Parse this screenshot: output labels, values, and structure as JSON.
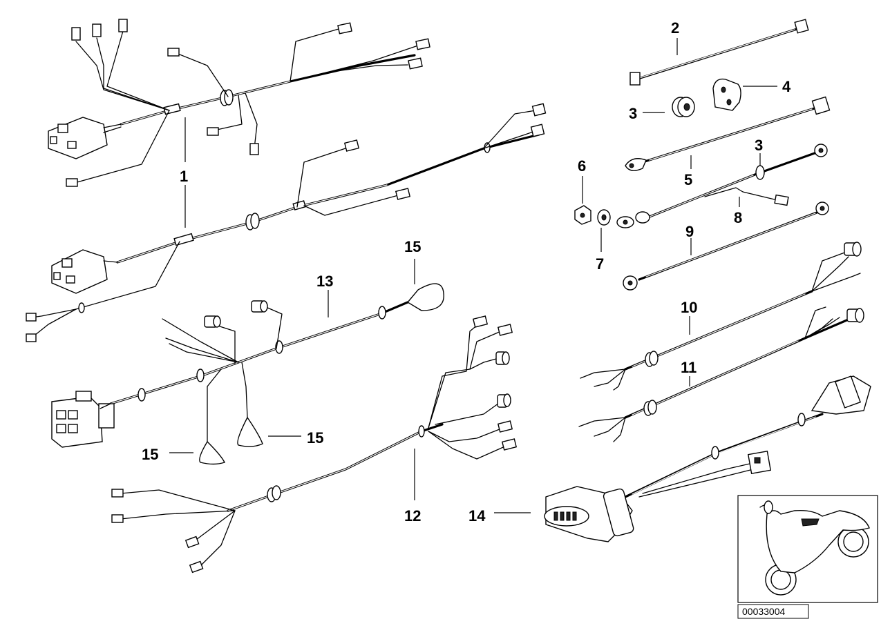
{
  "callouts": {
    "c1": "1",
    "c2": "2",
    "c3a": "3",
    "c3b": "3",
    "c4": "4",
    "c5": "5",
    "c6": "6",
    "c7": "7",
    "c8": "8",
    "c9": "9",
    "c10": "10",
    "c11": "11",
    "c12": "12",
    "c13": "13",
    "c14": "14",
    "c15a": "15",
    "c15b": "15",
    "c15c": "15"
  },
  "document_id": "00033004",
  "inset_icon": "motorcycle-icon"
}
